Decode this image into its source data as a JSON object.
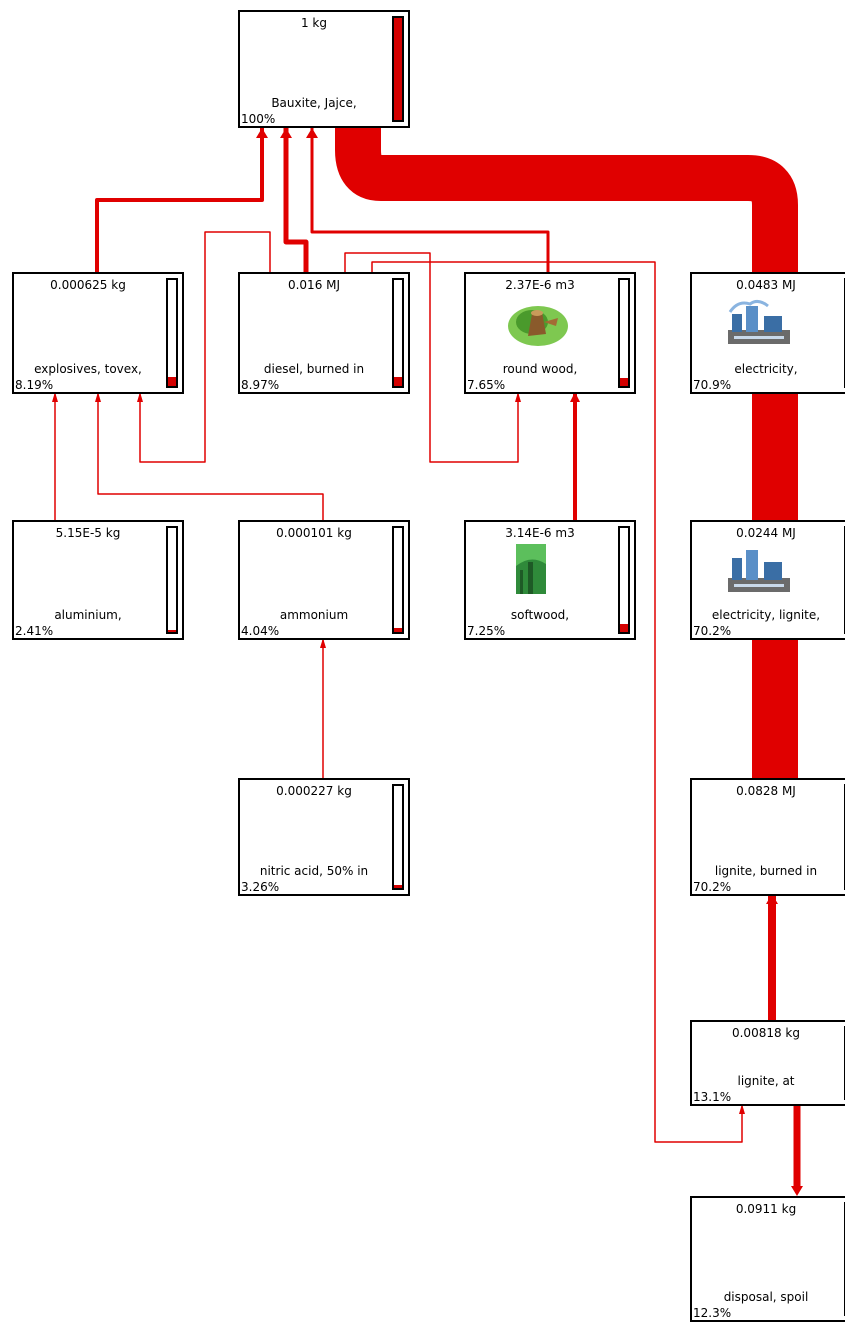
{
  "diagram": {
    "link_color": "#e00000",
    "gauge_color": "#d40000",
    "nodes": [
      {
        "id": "bauxite",
        "amount": "1 kg",
        "label": "Bauxite, Jajce,",
        "percent": "100%",
        "share": 1.0
      },
      {
        "id": "explosives",
        "amount": "0.000625 kg",
        "label": "explosives, tovex,",
        "percent": "8.19%",
        "share": 0.0819
      },
      {
        "id": "diesel",
        "amount": "0.016 MJ",
        "label": "diesel, burned in",
        "percent": "8.97%",
        "share": 0.0897
      },
      {
        "id": "round_wood",
        "amount": "2.37E-6 m3",
        "label": "round wood,",
        "percent": "7.65%",
        "share": 0.0765,
        "icon": "tree-stump-icon"
      },
      {
        "id": "electricity",
        "amount": "0.0483 MJ",
        "label": "electricity,",
        "percent": "70.9%",
        "share": 0.709,
        "icon": "power-plant-icon"
      },
      {
        "id": "aluminium",
        "amount": "5.15E-5 kg",
        "label": "aluminium,",
        "percent": "2.41%",
        "share": 0.0241
      },
      {
        "id": "ammonium",
        "amount": "0.000101 kg",
        "label": "ammonium",
        "percent": "4.04%",
        "share": 0.0404
      },
      {
        "id": "softwood",
        "amount": "3.14E-6 m3",
        "label": "softwood,",
        "percent": "7.25%",
        "share": 0.0725,
        "icon": "forest-icon"
      },
      {
        "id": "electricity_lignite",
        "amount": "0.0244 MJ",
        "label": "electricity, lignite,",
        "percent": "70.2%",
        "share": 0.702,
        "icon": "power-plant-icon"
      },
      {
        "id": "nitric_acid",
        "amount": "0.000227 kg",
        "label": "nitric acid, 50% in",
        "percent": "3.26%",
        "share": 0.0326
      },
      {
        "id": "lignite_burned",
        "amount": "0.0828 MJ",
        "label": "lignite, burned in",
        "percent": "70.2%",
        "share": 0.702
      },
      {
        "id": "lignite_at",
        "amount": "0.00818 kg",
        "label": "lignite, at",
        "percent": "13.1%",
        "share": 0.131
      },
      {
        "id": "disposal_spoil",
        "amount": "0.0911 kg",
        "label": "disposal, spoil",
        "percent": "12.3%",
        "share": 0.123
      }
    ]
  }
}
